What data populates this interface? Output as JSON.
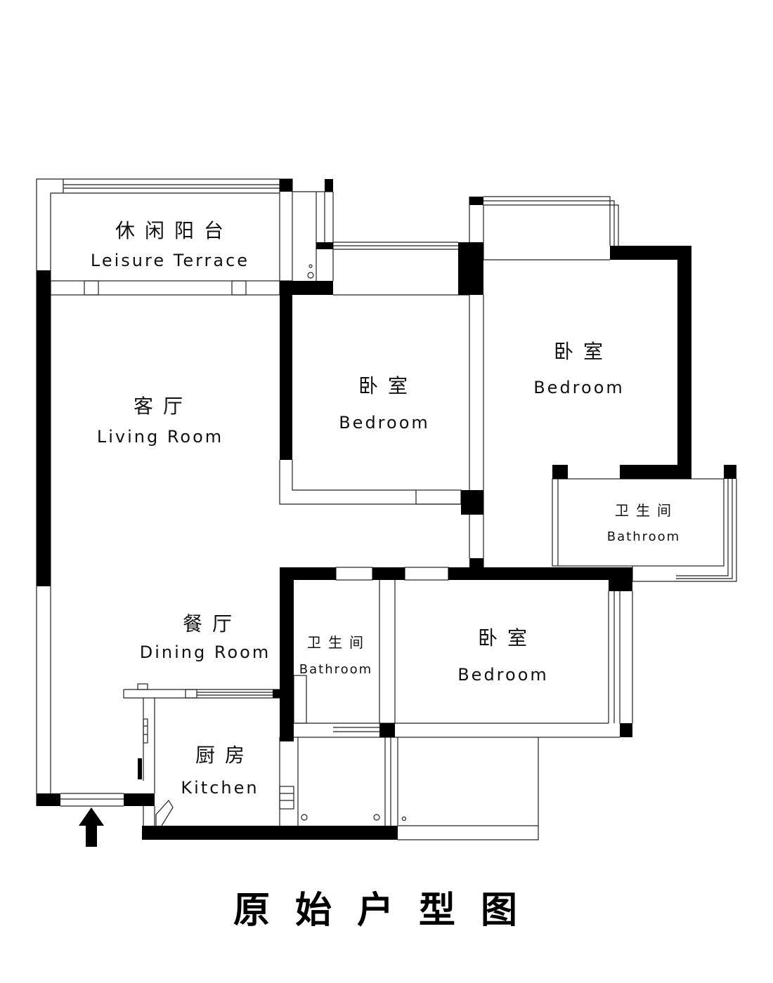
{
  "title": "原始户型图",
  "rooms": {
    "terrace": {
      "cn": "休闲阳台",
      "en": "Leisure Terrace"
    },
    "living": {
      "cn": "客厅",
      "en": "Living Room"
    },
    "bedroom1": {
      "cn": "卧室",
      "en": "Bedroom"
    },
    "bedroom2": {
      "cn": "卧室",
      "en": "Bedroom"
    },
    "bath1": {
      "cn": "卫生间",
      "en": "Bathroom"
    },
    "dining": {
      "cn": "餐厅",
      "en": "Dining Room"
    },
    "bath2": {
      "cn": "卫生间",
      "en": "Bathroom"
    },
    "bedroom3": {
      "cn": "卧室",
      "en": "Bedroom"
    },
    "kitchen": {
      "cn": "厨房",
      "en": "Kitchen"
    }
  },
  "icons": {
    "entrance": "entrance-arrow-icon"
  },
  "colors": {
    "wall": "#000000",
    "line": "#222222",
    "background": "#ffffff"
  }
}
